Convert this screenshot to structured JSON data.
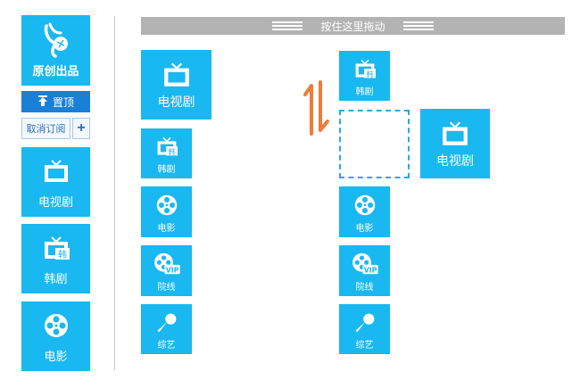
{
  "sidebar": {
    "original": {
      "label": "原创出品",
      "icon": "creative-logo-icon"
    },
    "pin_label": "置顶",
    "unsubscribe_label": "取消订阅",
    "add_label": "+",
    "tiles": [
      {
        "label": "电视剧",
        "icon": "tv-icon"
      },
      {
        "label": "韩剧",
        "icon": "korean-tv-icon",
        "badge": "韩"
      },
      {
        "label": "电影",
        "icon": "film-reel-icon"
      }
    ]
  },
  "drag_handle": {
    "label": "按住这里拖动"
  },
  "left_column": [
    {
      "label": "电视剧",
      "icon": "tv-icon"
    },
    {
      "label": "韩剧",
      "icon": "korean-tv-icon",
      "badge": "韩"
    },
    {
      "label": "电影",
      "icon": "film-reel-icon"
    },
    {
      "label": "院线",
      "icon": "cinema-vip-icon",
      "badge": "VIP"
    },
    {
      "label": "综艺",
      "icon": "microphone-icon"
    }
  ],
  "right_column": [
    {
      "label": "韩剧",
      "icon": "korean-tv-icon",
      "badge": "韩"
    },
    {
      "label": "电影",
      "icon": "film-reel-icon"
    },
    {
      "label": "院线",
      "icon": "cinema-vip-icon",
      "badge": "VIP"
    },
    {
      "label": "综艺",
      "icon": "microphone-icon"
    }
  ],
  "dragging_tile": {
    "label": "电视剧",
    "icon": "tv-icon"
  },
  "colors": {
    "tile": "#1ab8f0",
    "pin_button": "#1a7fd6",
    "drag_bar": "#b3b3b3",
    "swap_arrow": "#f07b3a"
  }
}
